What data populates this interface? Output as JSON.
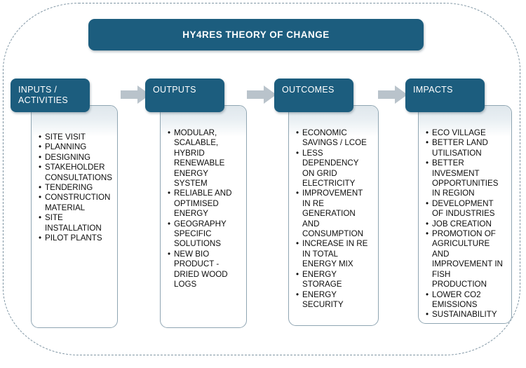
{
  "title": {
    "text": "HY4RES THEORY OF CHANGE"
  },
  "columns": [
    {
      "id": "inputs-activities",
      "header": "INPUTS /\nACTIVITIES",
      "items": [
        "SITE VISIT",
        "PLANNING",
        "DESIGNING",
        "STAKEHOLDER\nCONSULTATIONS",
        "TENDERING",
        "CONSTRUCTION\nMATERIAL",
        "SITE\nINSTALLATION",
        "PILOT PLANTS"
      ]
    },
    {
      "id": "outputs",
      "header": "OUTPUTS",
      "items": [
        "MODULAR,\nSCALABLE,\nHYBRID\nRENEWABLE\nENERGY\nSYSTEM",
        "RELIABLE AND\nOPTIMISED\nENERGY",
        "GEOGRAPHY\nSPECIFIC\nSOLUTIONS",
        "NEW BIO\nPRODUCT -\nDRIED WOOD\nLOGS"
      ]
    },
    {
      "id": "outcomes",
      "header": "OUTCOMES",
      "items": [
        "ECONOMIC\nSAVINGS / LCOE",
        "LESS\nDEPENDENCY\nON GRID\nELECTRICITY",
        "IMPROVEMENT\nIN RE\nGENERATION\nAND\nCONSUMPTION",
        "INCREASE IN RE\nIN TOTAL\nENERGY MIX",
        "ENERGY\nSTORAGE",
        "ENERGY\nSECURITY"
      ]
    },
    {
      "id": "impacts",
      "header": "IMPACTS",
      "items": [
        "ECO VILLAGE",
        "BETTER LAND\nUTILISATION",
        "BETTER\nINVESMENT\nOPPORTUNITIES\nIN REGION",
        "DEVELOPMENT\nOF INDUSTRIES",
        "JOB CREATION",
        "PROMOTION OF\nAGRICULTURE\nAND\nIMPROVEMENT IN\nFISH\nPRODUCTION",
        "LOWER CO2\nEMISSIONS",
        "SUSTAINABILITY"
      ]
    }
  ],
  "arrows": [
    {
      "id": "arrow-inputs-to-outputs"
    },
    {
      "id": "arrow-outputs-to-outcomes"
    },
    {
      "id": "arrow-outcomes-to-impacts"
    }
  ],
  "colors": {
    "header_fill": "#1c5d7e",
    "card_border": "#8fa5b2",
    "arrow_fill": "#b9c3cb",
    "frame_dash": "#7f95a3",
    "text": "#0d0d0d",
    "header_text": "#ffffff"
  }
}
